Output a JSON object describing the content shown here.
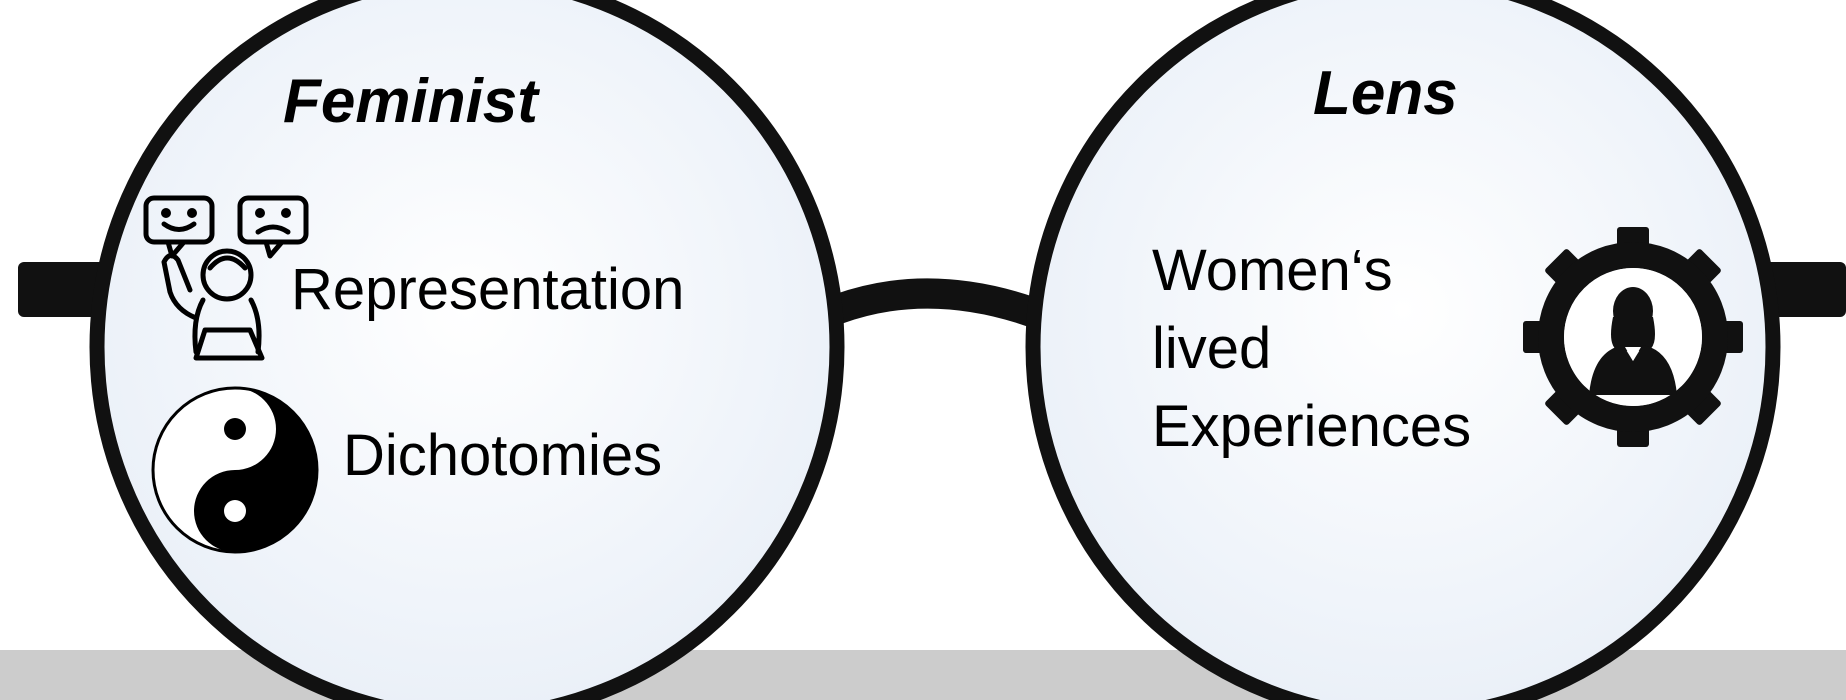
{
  "lenses": {
    "left": {
      "title": "Feminist",
      "items": [
        {
          "label": "Representation",
          "icon": "speech-bubbles-person-icon"
        },
        {
          "label": "Dichotomies",
          "icon": "yin-yang-icon"
        }
      ]
    },
    "right": {
      "title": "Lens",
      "lines": [
        "Women‘s",
        "lived",
        "Experiences"
      ],
      "icon": "gear-woman-icon"
    }
  },
  "colors": {
    "frame": "#111111",
    "lens_fill": "#f3f6fb",
    "bottom_band": "#cccccc"
  }
}
